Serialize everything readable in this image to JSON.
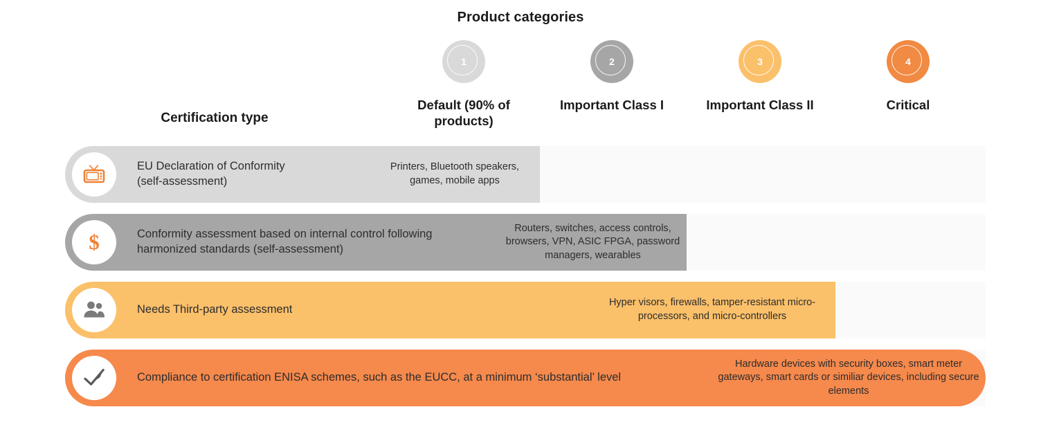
{
  "title": "Product categories",
  "cert_type_heading": "Certification type",
  "colors": {
    "cat1": "#d9d9d9",
    "cat2": "#a6a6a6",
    "cat3": "#fbc06a",
    "cat4": "#f18a43",
    "row1_bar": "#d9d9d9",
    "row2_bar": "#a6a6a6",
    "row3_bar": "#fbc06a",
    "row4_bar": "#f6894c",
    "track": "#fafafa",
    "icon_orange": "#ef8136",
    "icon_gray": "#7a7a7a",
    "text": "#2d2d2d"
  },
  "categories": [
    {
      "number": "1",
      "label": "Default (90% of products)",
      "color": "#d9d9d9"
    },
    {
      "number": "2",
      "label": "Important Class I",
      "color": "#a6a6a6"
    },
    {
      "number": "3",
      "label": "Important Class II",
      "color": "#fbc06a"
    },
    {
      "number": "4",
      "label": "Critical",
      "color": "#f18a43"
    }
  ],
  "rows": [
    {
      "icon": "television-icon",
      "label": "EU Declaration of Conformity\n(self-assessment)",
      "description": "Printers, Bluetooth speakers, games, mobile apps"
    },
    {
      "icon": "dollar-sign-icon",
      "label": "Conformity assessment based on internal control following\nharmonized standards (self-assessment)",
      "description": "Routers, switches, access controls, browsers, VPN, ASIC FPGA, password managers, wearables"
    },
    {
      "icon": "people-icon",
      "label": "Needs Third-party assessment",
      "description": "Hyper visors, firewalls, tamper-resistant micro-processors, and micro-controllers"
    },
    {
      "icon": "checkmark-icon",
      "label": "Compliance to certification ENISA schemes, such as the EUCC, at a minimum ‘substantial’ level",
      "description": "Hardware devices with security boxes, smart meter gateways, smart cards or similiar devices, including secure elements"
    }
  ]
}
